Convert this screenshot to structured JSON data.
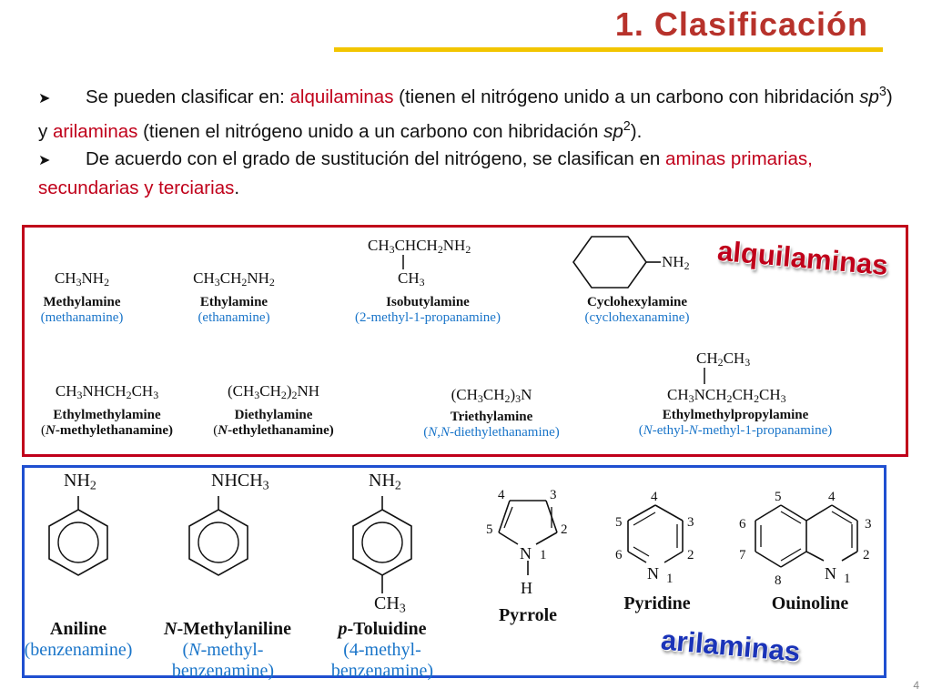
{
  "title": "1. Clasificación",
  "bullets": {
    "b1_pre": "Se pueden clasificar en: ",
    "b1_alq": "alquilaminas",
    "b1_mid1": " (tienen el nitrógeno unido a un carbono con hibridación ",
    "sp": "sp",
    "sup3": "3",
    "b1_mid2": ") y ",
    "b1_aril": "arilaminas",
    "b1_mid3": " (tienen el nitrógeno unido a un carbono con hibridación ",
    "sup2": "2",
    "b1_end": ").",
    "b2_pre": "De acuerdo con el grado de sustitución del nitrógeno, se clasifican en ",
    "b2_red": "aminas primarias, secundarias y terciarias",
    "b2_end": "."
  },
  "alkyl": {
    "tag": "alquilaminas",
    "methylamine": {
      "f_a": "CH",
      "f_b": "3",
      "f_c": "NH",
      "f_d": "2",
      "name": "Methylamine",
      "iupac": "(methanamine)"
    },
    "ethylamine": {
      "f_a": "CH",
      "f_b": "3",
      "f_c": "CH",
      "f_d": "2",
      "f_e": "NH",
      "f_f": "2",
      "name": "Ethylamine",
      "iupac": "(ethanamine)"
    },
    "isobutylamine": {
      "top_a": "CH",
      "top_b": "3",
      "top_c": "CHCH",
      "top_d": "2",
      "top_e": "NH",
      "top_f": "2",
      "bot_a": "CH",
      "bot_b": "3",
      "name": "Isobutylamine",
      "iupac": "(2-methyl-1-propanamine)"
    },
    "cyclohexylamine": {
      "group_a": "NH",
      "group_b": "2",
      "name": "Cyclohexylamine",
      "iupac": "(cyclohexanamine)"
    },
    "ethylmethylamine": {
      "f_a": "CH",
      "f_b": "3",
      "f_c": "NHCH",
      "f_d": "2",
      "f_e": "CH",
      "f_f": "3",
      "name": "Ethylmethylamine",
      "iupac_a": "(",
      "iupac_n": "N",
      "iupac_b": "-methylethanamine)"
    },
    "diethylamine": {
      "f_a": "(CH",
      "f_b": "3",
      "f_c": "CH",
      "f_d": "2",
      "f_e": ")",
      "f_f": "2",
      "f_g": "NH",
      "name": "Diethylamine",
      "iupac_a": "(",
      "iupac_n": "N",
      "iupac_b": "-ethylethanamine)"
    },
    "triethylamine": {
      "f_a": "(CH",
      "f_b": "3",
      "f_c": "CH",
      "f_d": "2",
      "f_e": ")",
      "f_f": "3",
      "f_g": "N",
      "name": "Triethylamine",
      "iupac_a": "(",
      "iupac_n1": "N",
      "iupac_sep": ",",
      "iupac_n2": "N",
      "iupac_b": "-diethylethanamine)"
    },
    "ethylmethylpropylamine": {
      "top_a": "CH",
      "top_b": "2",
      "top_c": "CH",
      "top_d": "3",
      "main_a": "CH",
      "main_b": "3",
      "main_c": "NCH",
      "main_d": "2",
      "main_e": "CH",
      "main_f": "2",
      "main_g": "CH",
      "main_h": "3",
      "name": "Ethylmethylpropylamine",
      "iupac_a": "(",
      "iupac_n1": "N",
      "iupac_mid": "-ethyl-",
      "iupac_n2": "N",
      "iupac_b": "-methyl-1-propanamine)"
    }
  },
  "aryl": {
    "tag": "arilaminas",
    "aniline": {
      "group_a": "NH",
      "group_b": "2",
      "name": "Aniline",
      "iupac": "(benzenamine)"
    },
    "n_methylaniline": {
      "group_a": "NHCH",
      "group_b": "3",
      "name_n": "N",
      "name_rest": "-Methylaniline",
      "iupac_l1_a": "(",
      "iupac_l1_n": "N",
      "iupac_l1_b": "-methyl-",
      "iupac_l2": "benzenamine)"
    },
    "p_toluidine": {
      "group_a": "NH",
      "group_b": "2",
      "bottom_a": "CH",
      "bottom_b": "3",
      "name_p": "p",
      "name_rest": "-Toluidine",
      "iupac_l1": "(4-methyl-",
      "iupac_l2": "benzenamine)"
    },
    "pyrrole": {
      "n": "N",
      "h": "H",
      "n1": "1",
      "n2": "2",
      "n3": "3",
      "n4": "4",
      "n5": "5",
      "name": "Pyrrole"
    },
    "pyridine": {
      "n": "N",
      "n1": "1",
      "n2": "2",
      "n3": "3",
      "n4": "4",
      "n5": "5",
      "n6": "6",
      "name": "Pyridine"
    },
    "quinoline": {
      "n": "N",
      "n1": "1",
      "n2": "2",
      "n3": "3",
      "n4": "4",
      "n5": "5",
      "n6": "6",
      "n7": "7",
      "n8": "8",
      "name": "Ouinoline"
    }
  },
  "page_number": "4",
  "colors": {
    "title": "#b7322b",
    "rule": "#f2c500",
    "emphasis": "#c0001a",
    "iupac": "#1a75c9",
    "blue_frame": "#1f4fd0",
    "blue_tag": "#1a33b8"
  }
}
